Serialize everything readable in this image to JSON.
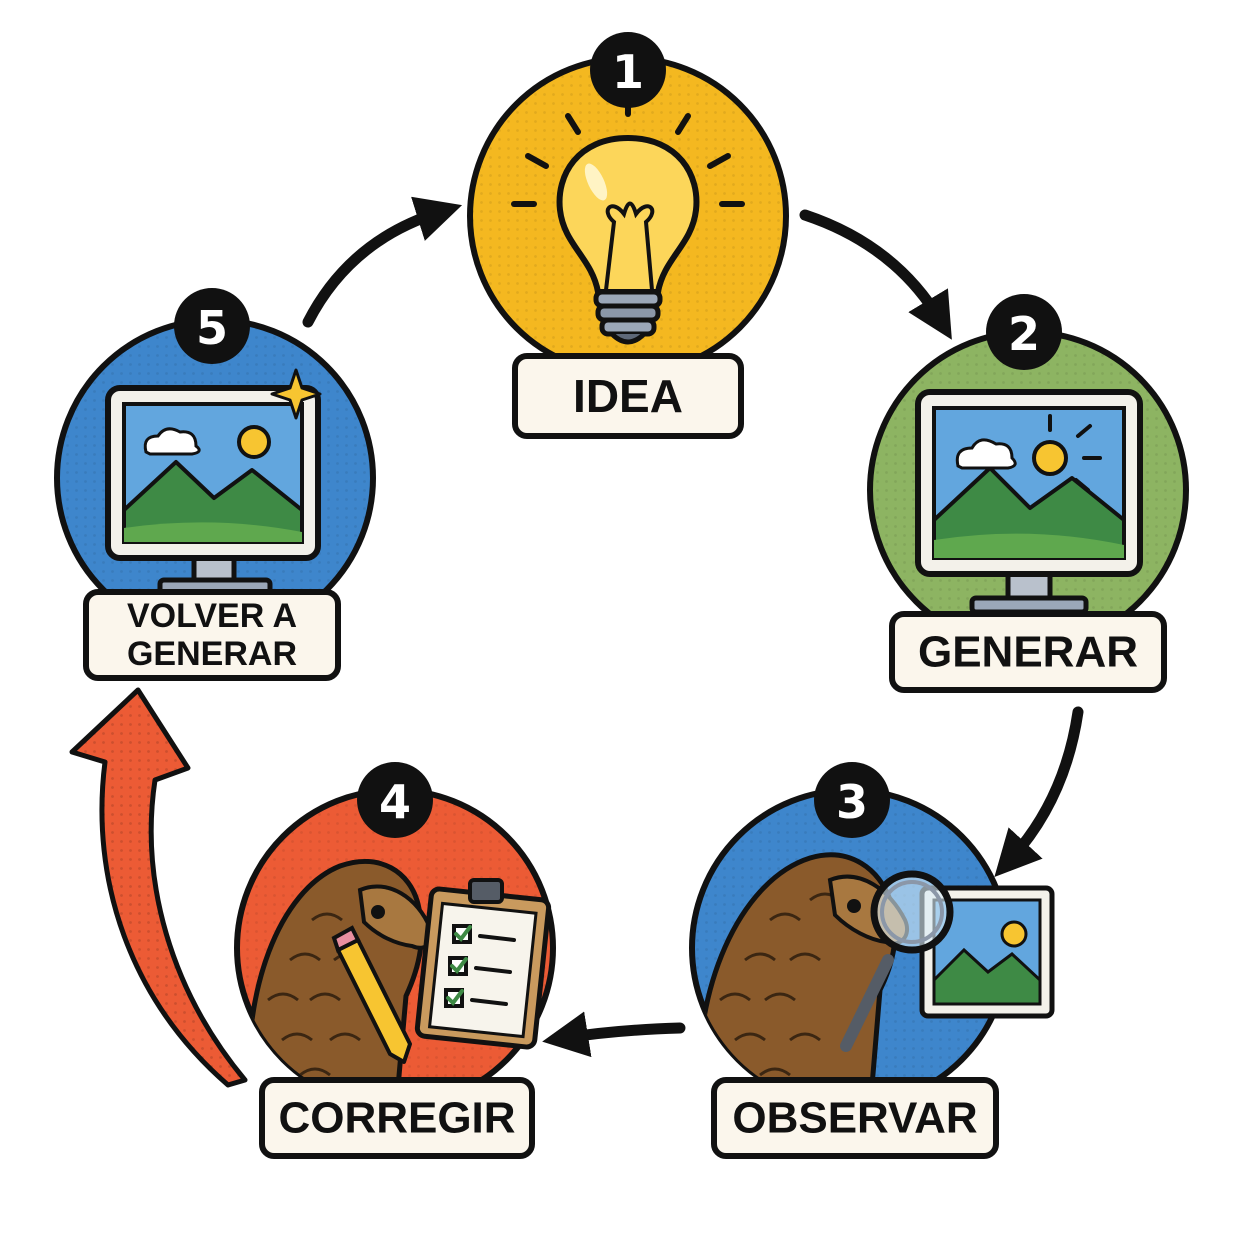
{
  "steps": [
    {
      "number": "1",
      "label": "IDEA",
      "color": "#F4B820",
      "icon": "lightbulb-icon"
    },
    {
      "number": "2",
      "label": "GENERAR",
      "color": "#8DB462",
      "icon": "monitor-landscape-icon"
    },
    {
      "number": "3",
      "label": "OBSERVAR",
      "color": "#3E86CC",
      "icon": "pangolin-magnifier-icon"
    },
    {
      "number": "4",
      "label": "CORREGIR",
      "color": "#EC5B35",
      "icon": "pangolin-checklist-icon"
    },
    {
      "number": "5",
      "label_line1": "VOLVER A",
      "label_line2": "GENERAR",
      "color": "#3E86CC",
      "icon": "monitor-sparkle-icon"
    }
  ],
  "colors": {
    "outline": "#111111",
    "label_fill": "#FBF6EC",
    "return_arrow": "#EC5B35",
    "arrow": "#111111"
  }
}
